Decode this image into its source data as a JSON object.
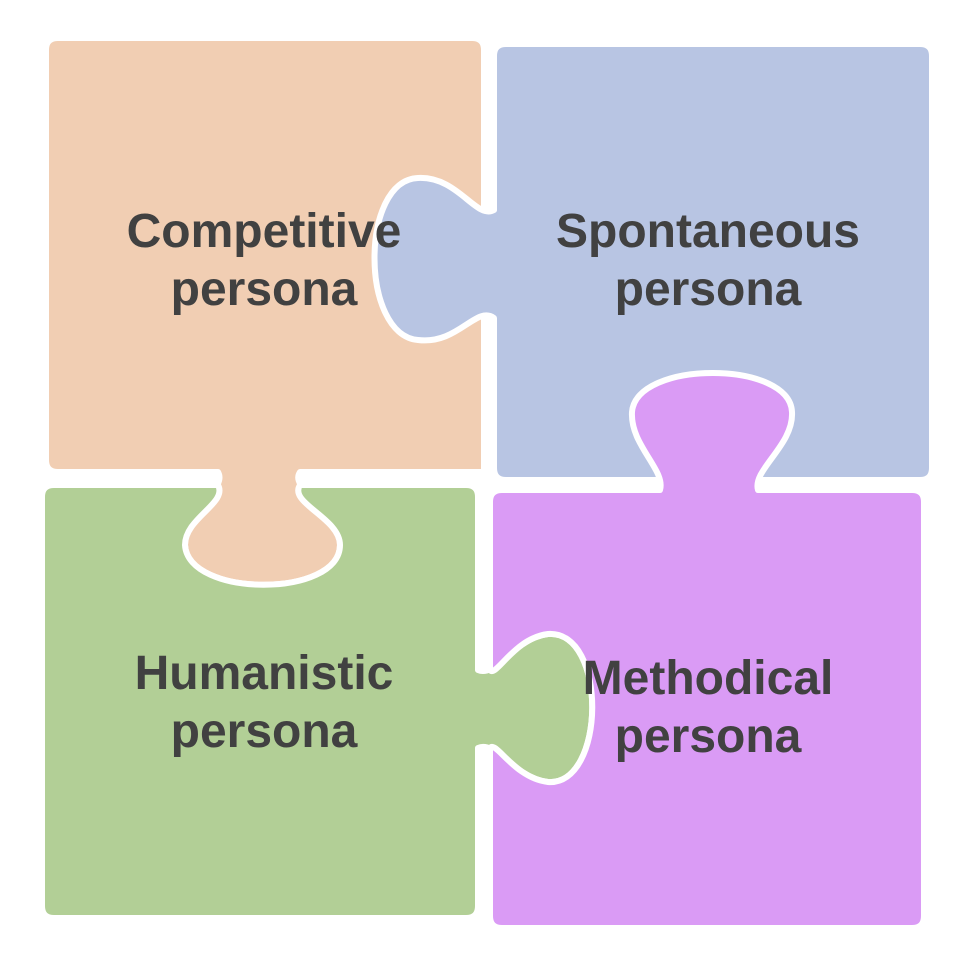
{
  "pieces": [
    {
      "id": "competitive",
      "line1": "Competitive",
      "line2": "persona",
      "color": "#F1CEB3"
    },
    {
      "id": "spontaneous",
      "line1": "Spontaneous",
      "line2": "persona",
      "color": "#B8C5E3"
    },
    {
      "id": "humanistic",
      "line1": "Humanistic",
      "line2": "persona",
      "color": "#B2CF96"
    },
    {
      "id": "methodical",
      "line1": "Methodical",
      "line2": "persona",
      "color": "#DA9BF5"
    }
  ],
  "text_color": "#414141",
  "outline_color": "#ffffff"
}
